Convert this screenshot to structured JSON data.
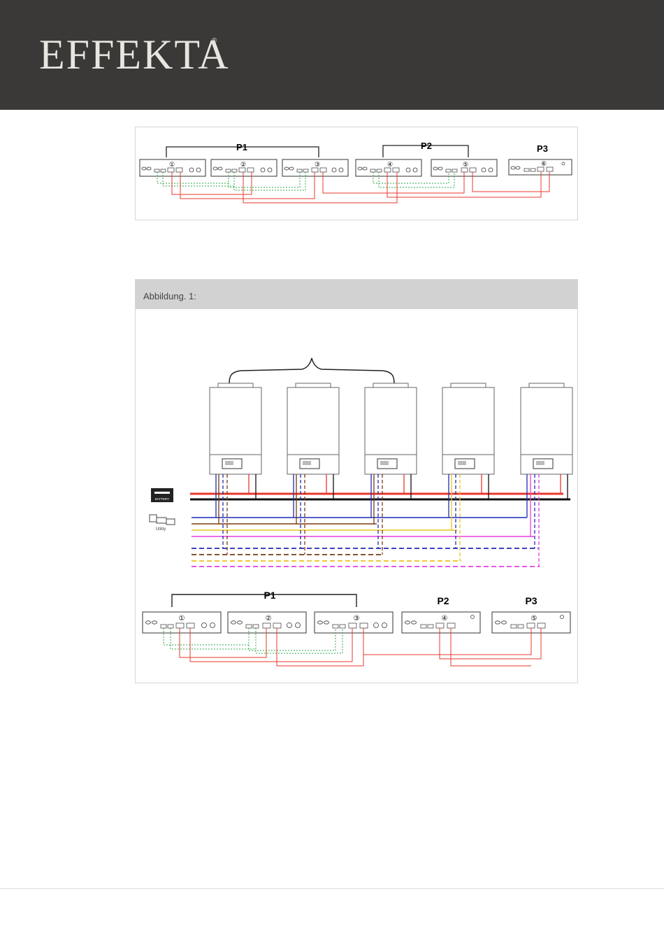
{
  "brand": {
    "name": "EFFEKTA",
    "mark": "®"
  },
  "figure_top": {
    "groups": [
      "P1",
      "P2",
      "P3"
    ],
    "units": [
      "①",
      "②",
      "③",
      "④",
      "⑤",
      "⑥"
    ]
  },
  "figure_main": {
    "caption": "Abbildung. 1:",
    "battery_label": "BATTERY",
    "utility_label": "Utility",
    "groups": [
      "P1",
      "P2",
      "P3"
    ],
    "units": [
      "①",
      "②",
      "③",
      "④",
      "⑤"
    ]
  },
  "colors": {
    "header": "#3a3937",
    "red": "#e8392c",
    "green": "#2ea84a",
    "blue": "#1f2bb3",
    "brown": "#7a3a12",
    "yellow": "#e9c31c",
    "magenta": "#e53ee0"
  }
}
